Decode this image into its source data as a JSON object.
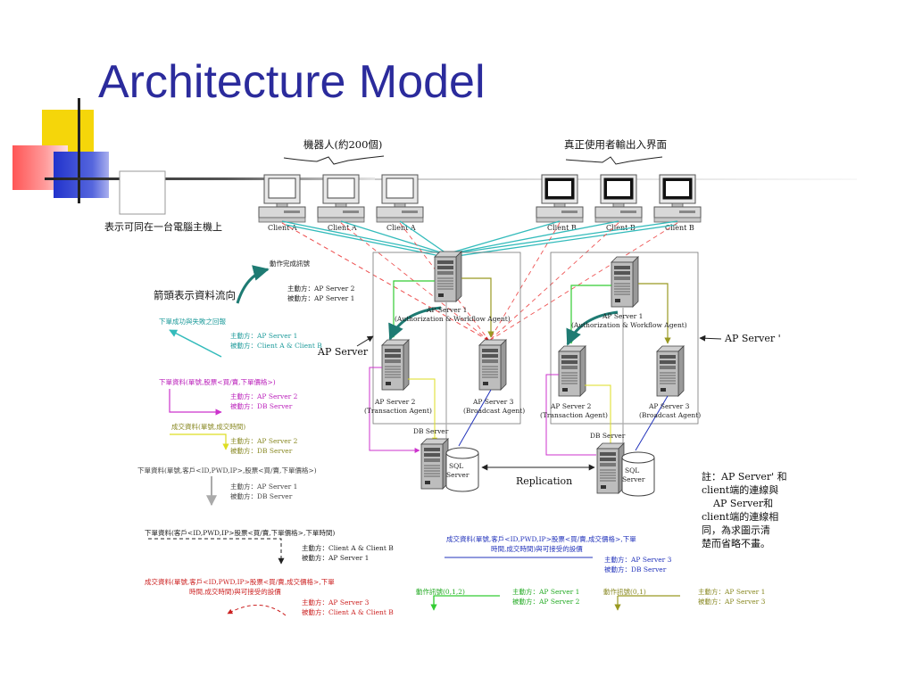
{
  "slide": {
    "title": "Architecture Model"
  },
  "header": {
    "robots_label": "機器人(約200個)",
    "users_label": "真正使用者輸出入界面",
    "single_host_note": "表示可同在一台電腦主機上"
  },
  "clients": {
    "a_label": "Client A",
    "b_label": "Client B"
  },
  "servers": {
    "ap1_name": "AP Server 1",
    "ap1_desc": "(Authorization & Workflow Agent)",
    "ap2_name": "AP Server 2",
    "ap2_desc": "(Transaction Agent)",
    "ap3_name": "AP Server 3",
    "ap3_desc": "(Broadcast Agent)",
    "db_label": "DB Server",
    "sql_line1": "SQL",
    "sql_line2": "Server",
    "ap_group": "AP Server",
    "ap_group_prime": "AP Server '",
    "replication": "Replication"
  },
  "note": {
    "lines": [
      "註：AP Server' 和",
      "client端的連線與",
      "AP Server和",
      "client端的連線相",
      "同，為求圖示清",
      "楚而省略不畫。"
    ]
  },
  "legend": {
    "arrow_title": "箭頭表示資料流向",
    "done_signal": "動作完成訊號",
    "done_roles": [
      "主動方：AP Server 2",
      "被動方：AP Server 1"
    ],
    "result_label": "下單成功與失敗之回報",
    "result_roles": [
      "主動方：AP Server 1",
      "被動方：Client A & Client B"
    ],
    "order_label": "下單資料(單號,股票<買/賣,下單價格>)",
    "order_roles": [
      "主動方：AP Server 2",
      "被動方：DB Server"
    ],
    "deal_label": "成交資料(單號,成交時間)",
    "deal_roles": [
      "主動方：AP Server 2",
      "被動方：DB Server"
    ],
    "order2_label": "下單資料(單號,客戶<ID,PWD,IP>,股票<買/賣,下單價格>)",
    "order2_roles": [
      "主動方：AP Server 1",
      "被動方：DB Server"
    ],
    "order3_label": "下單資料(客戶<ID,PWD,IP>股票<買/賣,下單價格>,下單時間)",
    "order3_roles": [
      "主動方：Client A & Client B",
      "被動方：AP Server 1"
    ],
    "deal2_label_l1": "成交資料(單號,客戶<ID,PWD,IP>股票<買/賣,成交價格>,下單",
    "deal2_label_l2": "時間,成交時間)與可接受的設價",
    "deal2_roles": [
      "主動方：AP Server 3",
      "被動方：Client A & Client B"
    ],
    "deal3_label_l1": "成交資料(單號,客戶<ID,PWD,IP>股票<買/賣,成交價格>,下單",
    "deal3_label_l2": "時間,成交時間)與可接受的設價",
    "deal3_roles": [
      "主動方：AP Server 3",
      "被動方：DB Server"
    ],
    "sig12_label": "動作訊號(0,1,2)",
    "sig12_roles": [
      "主動方：AP Server 1",
      "被動方：AP Server 2"
    ],
    "sig01_label": "動作訊號(0,1)",
    "sig01_roles": [
      "主動方：AP Server 1",
      "被動方：AP Server 3"
    ]
  },
  "colors": {
    "title": "#2b2b9c",
    "teal": "#1e7b73",
    "cyan": "#33bbbb",
    "magenta": "#cc33cc",
    "olive": "#999922",
    "gray_arrow": "#aaaaaa",
    "red": "#cc2222",
    "green": "#33cc33",
    "blue_text": "#2233bb"
  }
}
